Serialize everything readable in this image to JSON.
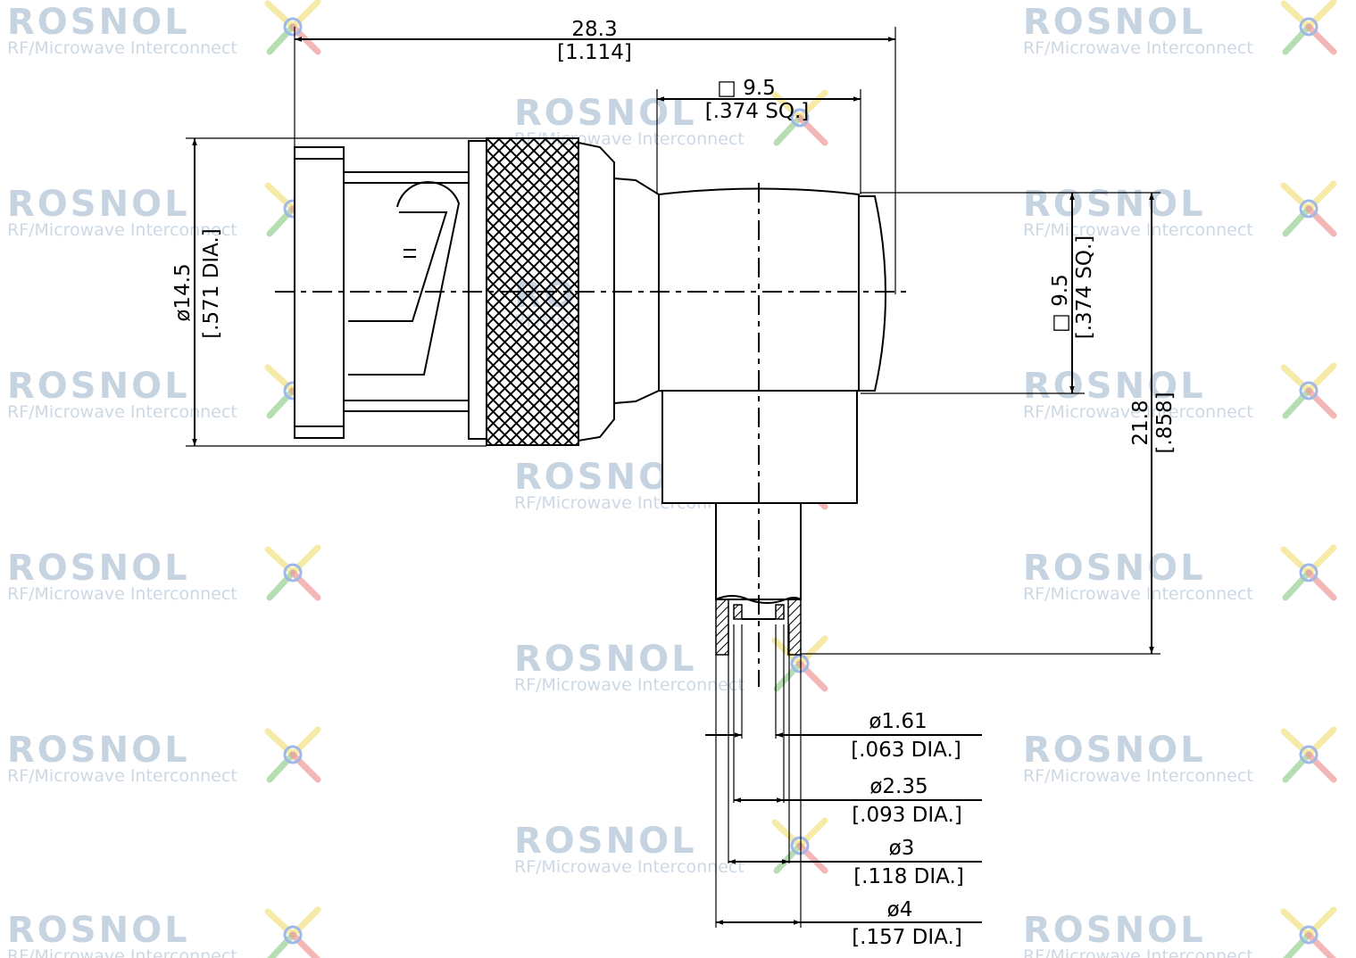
{
  "watermark": {
    "brand": "ROSNOL",
    "tagline": "RF/Microwave Interconnect",
    "logo_icon": "rosnol-star-logo",
    "colors": {
      "text": "#c6d3e0",
      "logo_green": "#9fd39a",
      "logo_red": "#f0a0a0",
      "logo_yellow": "#f3e38a",
      "logo_blue": "#9fb8e8"
    }
  },
  "dimensions": {
    "overall_length": {
      "metric": "28.3",
      "imperial": "[1.114]"
    },
    "body_square_top": {
      "metric": "□ 9.5",
      "imperial": "[.374  SQ.]"
    },
    "body_square_side": {
      "metric": "□ 9.5",
      "imperial": "[.374  SQ.]"
    },
    "diameter_main": {
      "metric": "ø14.5",
      "imperial": "[.571 DIA.]"
    },
    "height": {
      "metric": "21.8",
      "imperial": "[.858]"
    },
    "pin_dia": {
      "metric": "ø1.61",
      "imperial": "[.063  DIA.]"
    },
    "dielectric_dia": {
      "metric": "ø2.35",
      "imperial": "[.093  DIA.]"
    },
    "inner_sleeve_dia": {
      "metric": "ø3",
      "imperial": "[.118  DIA.]"
    },
    "outer_sleeve_dia": {
      "metric": "ø4",
      "imperial": "[.157  DIA.]"
    }
  }
}
